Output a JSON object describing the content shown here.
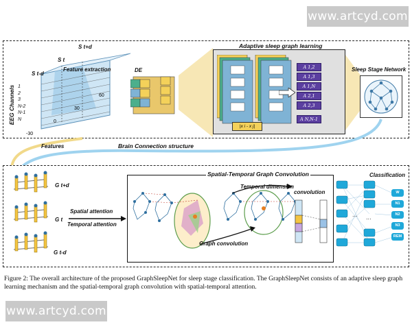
{
  "watermark_top": "www.artcyd.com",
  "watermark_bottom": "www.artcyd.com",
  "top": {
    "eeg_channels_label": "EEG Channels",
    "channel_ticks": [
      "1",
      "2",
      "3",
      "N-2",
      "N-1",
      "N"
    ],
    "time_ticks": [
      "0",
      "30",
      "60"
    ],
    "bottom_tick": "-30",
    "s_labels": [
      "S t-d",
      "S t",
      "S t+d"
    ],
    "feature_extraction": "Feature extraction",
    "de_label": "DE",
    "adaptive_title": "Adaptive sleep graph learning",
    "xdiff_label": "|x i - x j|",
    "a_labels": [
      "A 1,2",
      "A 1,3",
      "A 1,N",
      "A 2,1",
      "A 2,3",
      "A N,N-1"
    ],
    "network_title": "Sleep Stage Network"
  },
  "middle": {
    "features_label": "Features",
    "brain_label": "Brain Connection structure"
  },
  "bottom": {
    "g_labels": [
      "G t+d",
      "G t",
      "G t-d"
    ],
    "spatial_attention": "Spatial attention",
    "temporal_attention": "Temporal attention",
    "stgc_title": "Spatial-Temporal Graph Convolution",
    "temporal_dimension": "Temporal dimension",
    "convolution": "convolution",
    "graph_convolution": "Graph convolution",
    "classification_title": "Classification",
    "classes": [
      "W",
      "N1",
      "N2",
      "N3",
      "REM"
    ]
  },
  "caption": "Figure 2: The overall architecture of the proposed GraphSleepNet for sleep stage classification. The GraphSleepNet consists of an adaptive sleep graph learning mechanism and the spatial-temporal graph convolution with spatial-temporal attention."
}
